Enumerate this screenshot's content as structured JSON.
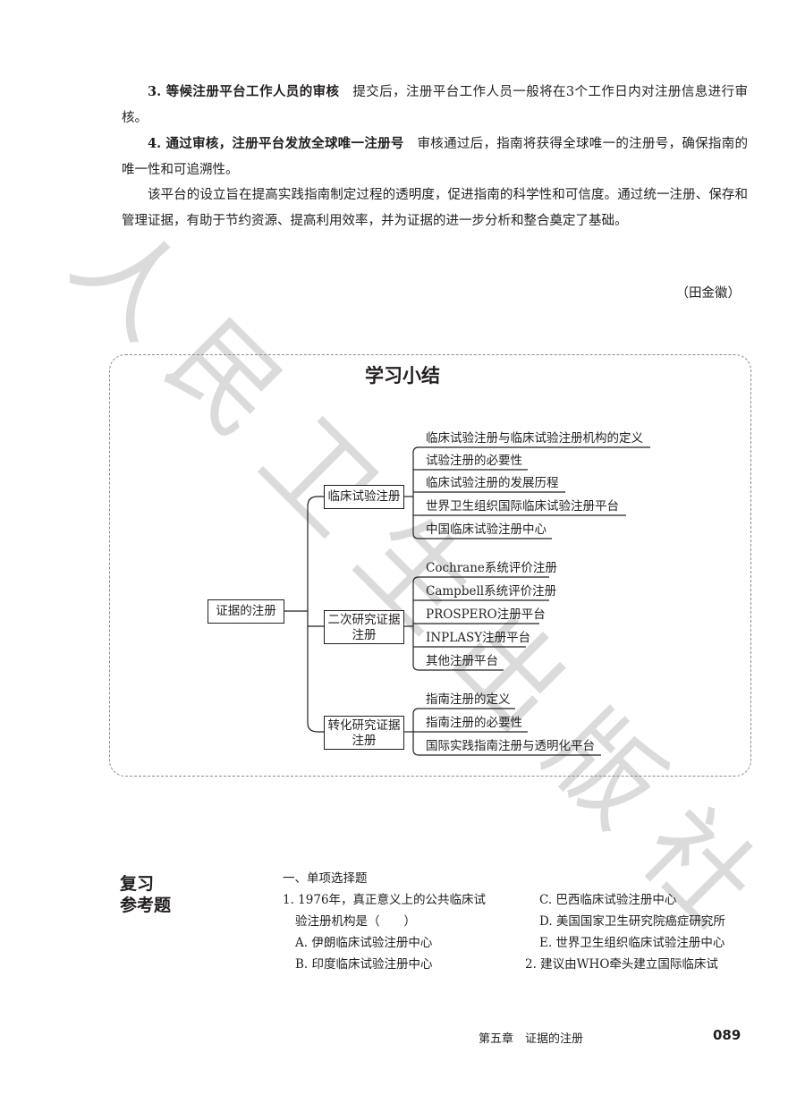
{
  "body": {
    "p1": {
      "lead": "3. 等候注册平台工作人员的审核",
      "text": "提交后，注册平台工作人员一般将在3个工作日内对注册信息进行审核。"
    },
    "p2": {
      "lead": "4. 通过审核，注册平台发放全球唯一注册号",
      "text": "审核通过后，指南将获得全球唯一的注册号，确保指南的唯一性和可追溯性。"
    },
    "p3": "该平台的设立旨在提高实践指南制定过程的透明度，促进指南的科学性和可信度。通过统一注册、保存和管理证据，有助于节约资源、提高利用效率，并为证据的进一步分析和整合奠定了基础。",
    "author": "（田金徽）"
  },
  "summary": {
    "title": "学习小结",
    "root": "证据的注册",
    "branches": [
      {
        "label": "临床试验注册",
        "leaves": [
          "临床试验注册与临床试验注册机构的定义",
          "试验注册的必要性",
          "临床试验注册的发展历程",
          "世界卫生组织国际临床试验注册平台",
          "中国临床试验注册中心"
        ]
      },
      {
        "label": "二次研究证据注册",
        "leaves": [
          "Cochrane系统评价注册",
          "Campbell系统评价注册",
          "PROSPERO注册平台",
          "INPLASY注册平台",
          "其他注册平台"
        ]
      },
      {
        "label": "转化研究证据注册",
        "leaves": [
          "指南注册的定义",
          "指南注册的必要性",
          "国际实践指南注册与透明化平台"
        ]
      }
    ]
  },
  "review": {
    "title_line1": "复习",
    "title_line2": "参考题",
    "section": "一、单项选择题",
    "q1_line1": "1. 1976年，真正意义上的公共临床试",
    "q1_line2": "验注册机构是（　　）",
    "optA": "A. 伊朗临床试验注册中心",
    "optB": "B. 印度临床试验注册中心",
    "optC": "C. 巴西临床试验注册中心",
    "optD": "D. 美国国家卫生研究院癌症研究所",
    "optE": "E. 世界卫生组织临床试验注册中心",
    "q2_line1": "2. 建议由WHO牵头建立国际临床试"
  },
  "footer": {
    "chapter": "第五章　证据的注册",
    "page": "089"
  },
  "watermark": {
    "text": "人民卫生出版社",
    "color": "#d2d2d2"
  }
}
